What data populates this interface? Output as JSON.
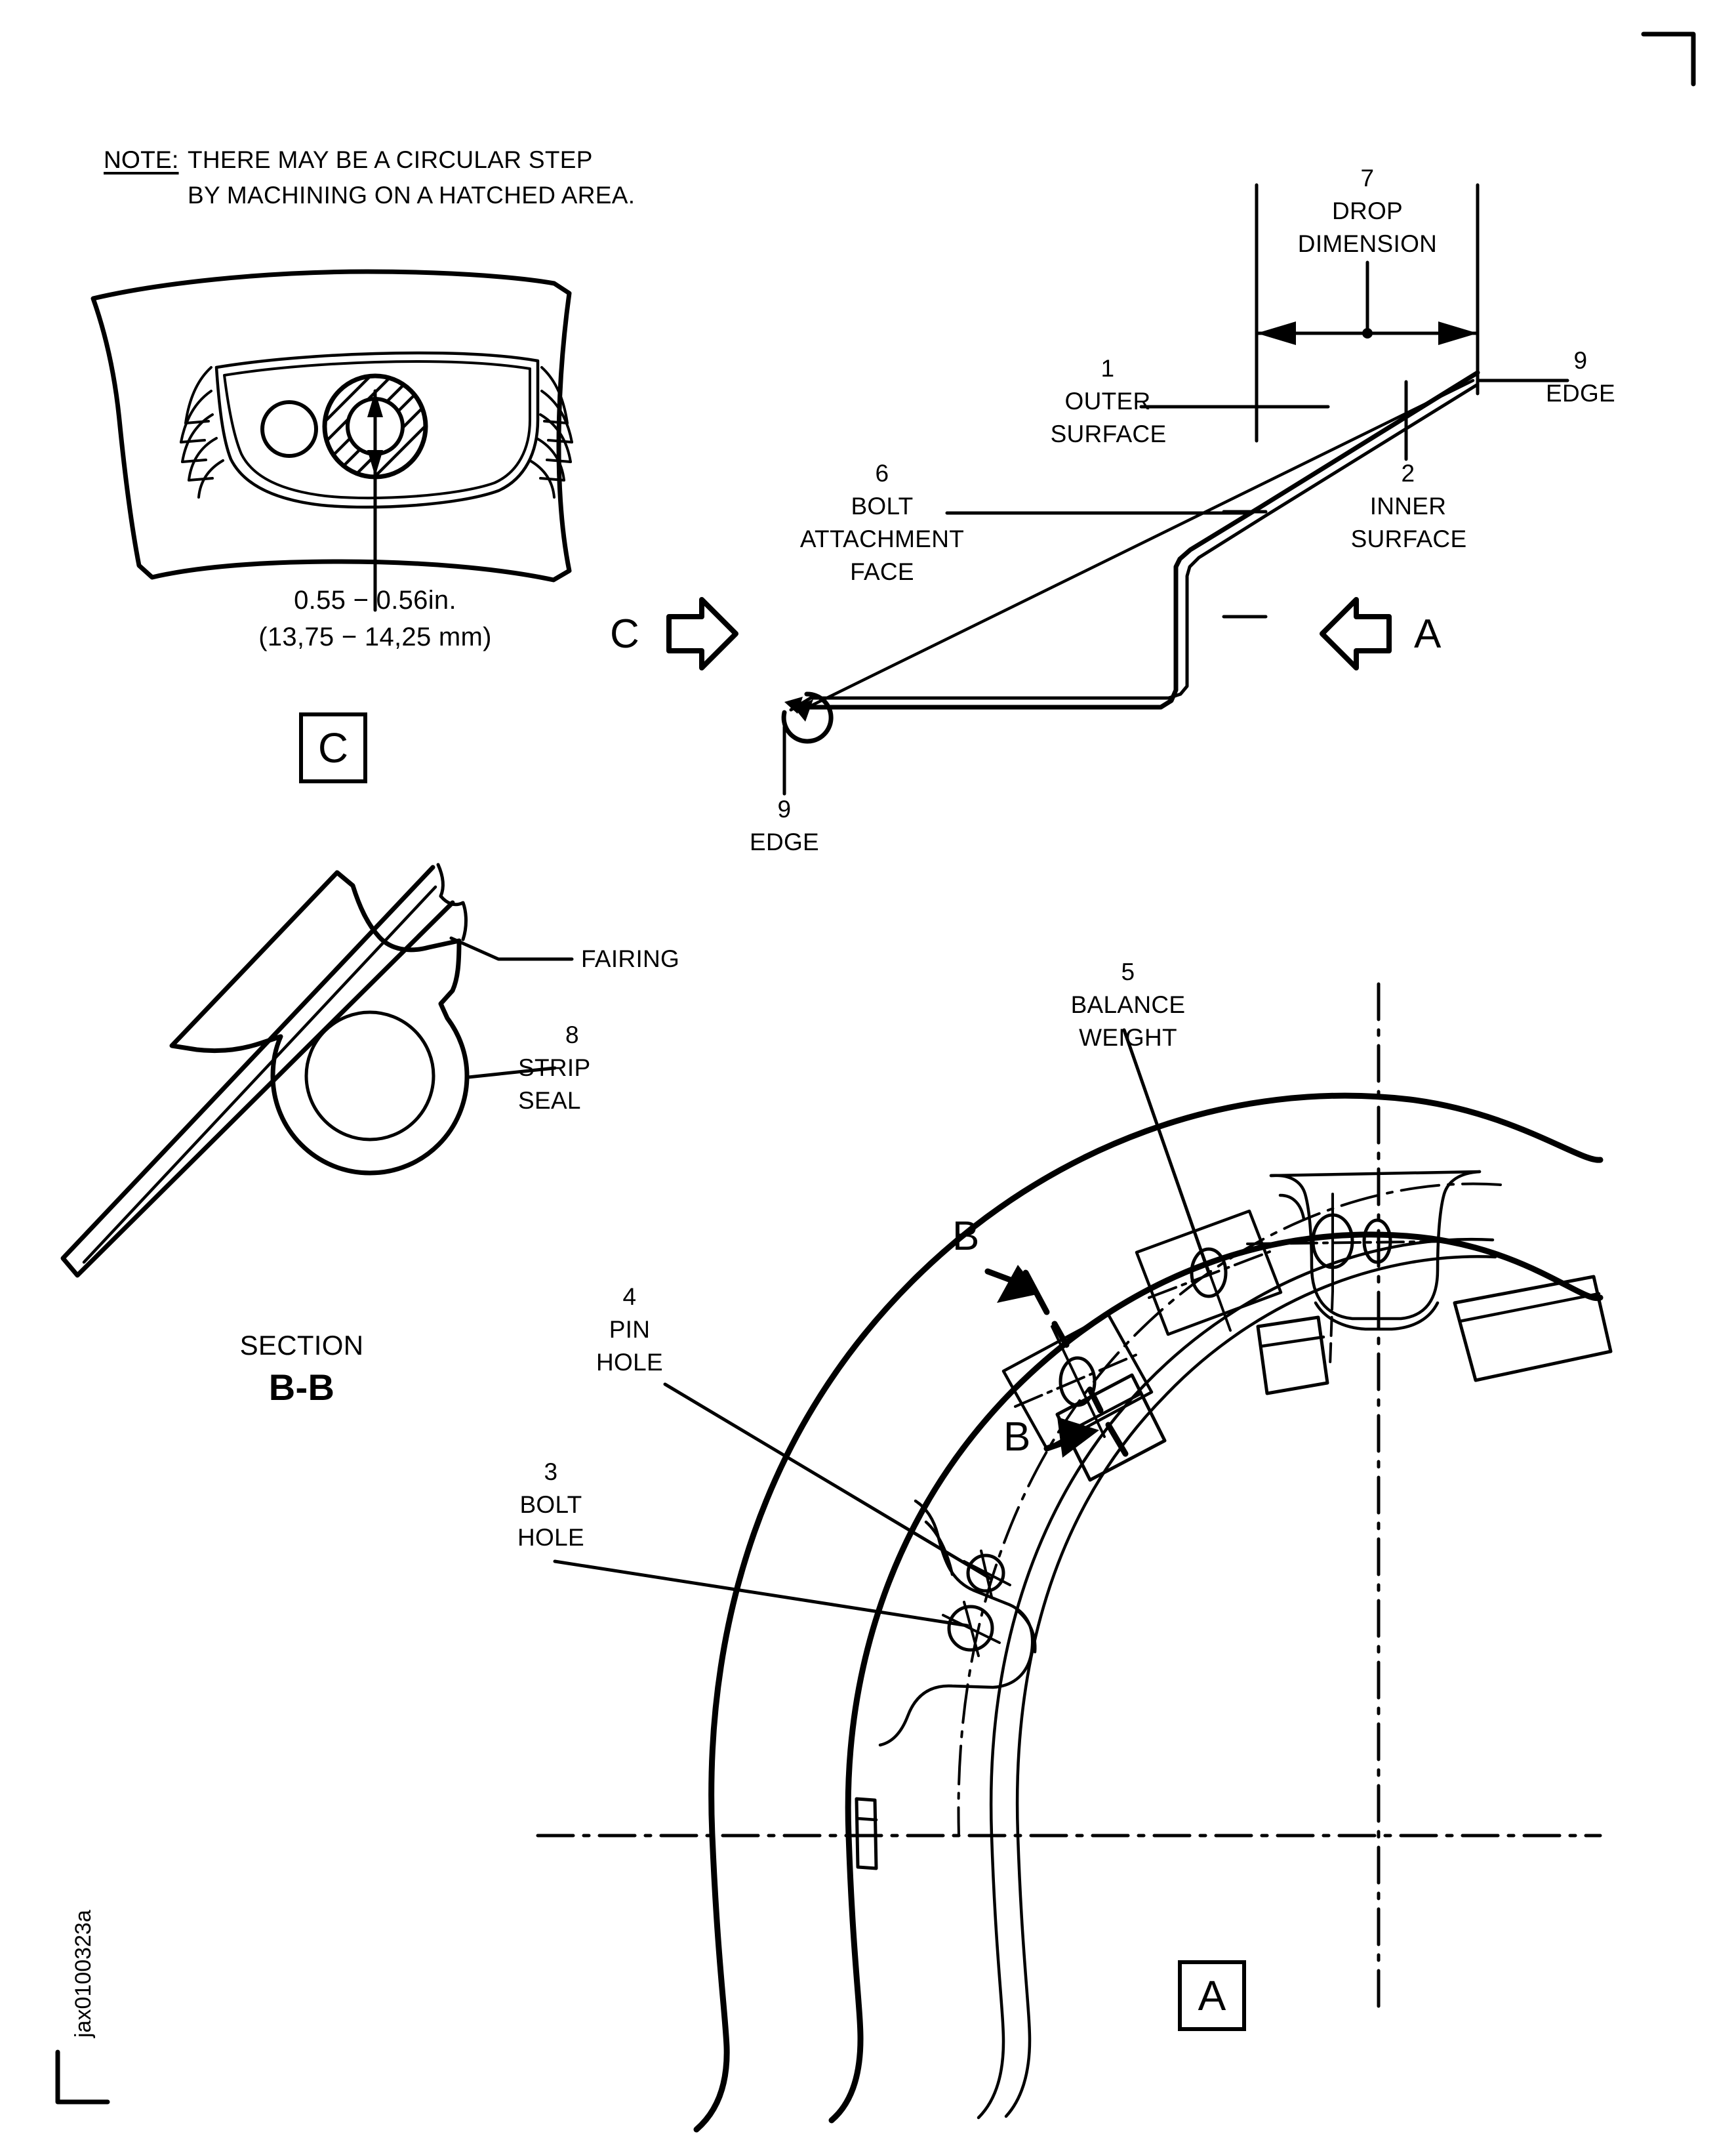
{
  "figure": {
    "id_label": "jax0100323a",
    "note": {
      "prefix": "NOTE:",
      "line1": "THERE MAY BE A CIRCULAR STEP",
      "line2": "BY MACHINING ON A HATCHED AREA."
    }
  },
  "detail_c": {
    "dimension_in": "0.55 − 0.56in.",
    "dimension_mm": "(13,75 − 14,25 mm)",
    "view_tag": "C",
    "arrow_tag": "C"
  },
  "cross_section": {
    "drop_dimension": {
      "item": "7",
      "line1": "DROP",
      "line2": "DIMENSION"
    },
    "outer_surface": {
      "item": "1",
      "line1": "OUTER",
      "line2": "SURFACE"
    },
    "inner_surface": {
      "item": "2",
      "line1": "INNER",
      "line2": "SURFACE"
    },
    "bolt_attachment_face": {
      "item": "6",
      "line1": "BOLT",
      "line2": "ATTACHMENT",
      "line3": "FACE"
    },
    "edge_right": {
      "item": "9",
      "label": "EDGE"
    },
    "edge_bottom": {
      "item": "9",
      "label": "EDGE"
    },
    "arrow_tag_a": "A"
  },
  "section_bb": {
    "fairing_label": "FAIRING",
    "strip_seal": {
      "item": "8",
      "line1": "STRIP",
      "line2": "SEAL"
    },
    "title_line1": "SECTION",
    "title_line2": "B-B"
  },
  "view_a": {
    "balance_weight": {
      "item": "5",
      "line1": "BALANCE",
      "line2": "WEIGHT"
    },
    "pin_hole": {
      "item": "4",
      "line1": "PIN",
      "line2": "HOLE"
    },
    "bolt_hole": {
      "item": "3",
      "line1": "BOLT",
      "line2": "HOLE"
    },
    "section_marker_upper": "B",
    "section_marker_lower": "B",
    "view_tag": "A"
  },
  "colors": {
    "line": "#000000",
    "background": "#ffffff"
  }
}
